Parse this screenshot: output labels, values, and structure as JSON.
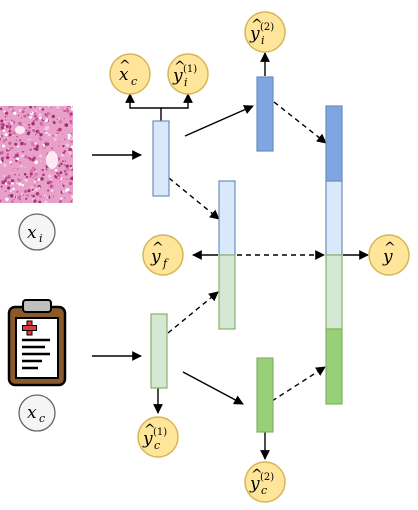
{
  "nodes": {
    "xc_hat": {
      "base": "x",
      "sub": "c"
    },
    "yi1_hat": {
      "base": "y",
      "sub": "i",
      "sup": "(1)"
    },
    "yi2_hat": {
      "base": "y",
      "sub": "i",
      "sup": "(2)"
    },
    "yf_hat": {
      "base": "y",
      "sub": "f"
    },
    "y_hat": {
      "base": "y"
    },
    "yc1_hat": {
      "base": "y",
      "sub": "c",
      "sup": "(1)"
    },
    "yc2_hat": {
      "base": "y",
      "sub": "c",
      "sup": "(2)"
    }
  },
  "inputs": {
    "xi": {
      "base": "x",
      "sub": "i"
    },
    "xc": {
      "base": "x",
      "sub": "c"
    }
  },
  "colors": {
    "node_fill": "#FFE599",
    "node_stroke": "#D6B656",
    "input_fill": "#F5F5F5",
    "input_stroke": "#666666",
    "blue_dark_fill": "#7EA6E0",
    "blue_dark_stroke": "#6C8EBF",
    "blue_light_fill": "#DAE8FC",
    "green_dark_fill": "#97D077",
    "green_dark_stroke": "#82B366",
    "green_light_fill": "#D5E8D4",
    "histology_pink": "#E8A0C8",
    "clipboard_board": "#8B5A2B",
    "clipboard_paper": "#FFFFFF",
    "cross_red": "#E03A3A"
  }
}
